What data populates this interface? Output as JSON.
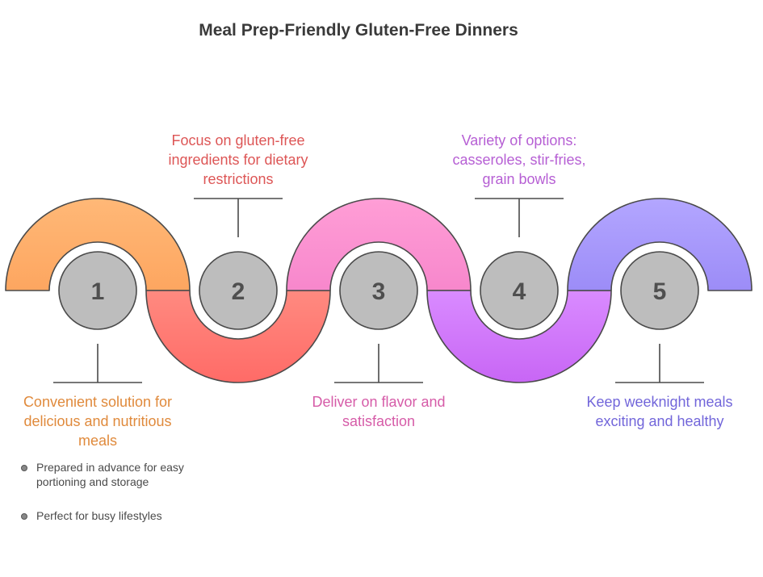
{
  "title": "Meal Prep-Friendly Gluten-Free Dinners",
  "steps": [
    {
      "number": "1",
      "text": "Convenient solution for delicious and nutritious meals",
      "color": "#E08A3C",
      "arc_top": "#FFB877",
      "arc_bottom": "#FDA660",
      "arc_position": "top",
      "label_position": "bottom",
      "bullets": [
        "Prepared in advance for easy portioning and storage",
        "Perfect for busy lifestyles"
      ]
    },
    {
      "number": "2",
      "text": "Focus on gluten-free ingredients for dietary restrictions",
      "color": "#DD5656",
      "arc_top": "#FF8A80",
      "arc_bottom": "#FF6B67",
      "arc_position": "bottom",
      "label_position": "top"
    },
    {
      "number": "3",
      "text": "Deliver on flavor and satisfaction",
      "color": "#D65CA8",
      "arc_top": "#FF9ED6",
      "arc_bottom": "#F787CC",
      "arc_position": "top",
      "label_position": "bottom"
    },
    {
      "number": "4",
      "text": "Variety of options: casseroles, stir-fries, grain bowls",
      "color": "#B65FD4",
      "arc_top": "#D98BFF",
      "arc_bottom": "#C866F5",
      "arc_position": "bottom",
      "label_position": "top"
    },
    {
      "number": "5",
      "text": "Keep weeknight meals exciting and healthy",
      "color": "#7266DA",
      "arc_top": "#B3A6FF",
      "arc_bottom": "#9C8CF7",
      "arc_position": "top",
      "label_position": "bottom"
    }
  ],
  "circle_fill": "#BDBDBD",
  "stroke": "#4a4a4a",
  "number_color": "#4f4f4f"
}
